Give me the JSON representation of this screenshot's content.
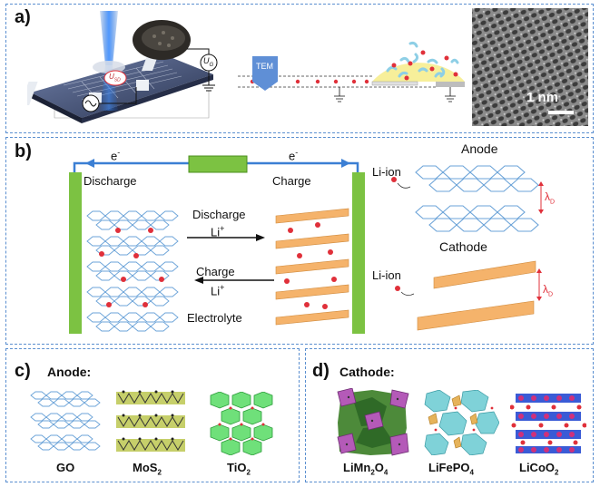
{
  "panel_a": {
    "label": "a)",
    "u_g": "U",
    "u_g_sub": "G",
    "u_sd": "U",
    "u_sd_sub": "SD",
    "tem_label": "TEM",
    "scale_bar": "1 nm"
  },
  "panel_b": {
    "label": "b)",
    "electron_left": "e",
    "electron_right": "e",
    "electron_sup": "-",
    "discharge_top": "Discharge",
    "charge_top": "Charge",
    "discharge_mid": "Discharge",
    "li_plus_1": "Li",
    "charge_mid": "Charge",
    "li_plus_2": "Li",
    "plus_sup": "+",
    "electrolyte": "Electrolyte",
    "anode_title": "Anode",
    "cathode_title": "Cathode",
    "li_ion_anode": "Li-ion",
    "li_ion_cathode": "Li-ion",
    "lambda": "λ",
    "lambda_sub": "D"
  },
  "panel_c": {
    "label": "c)",
    "title": "Anode:",
    "materials": [
      {
        "name": "GO",
        "sub": ""
      },
      {
        "name": "MoS",
        "sub": "2"
      },
      {
        "name": "TiO",
        "sub": "2"
      }
    ]
  },
  "panel_d": {
    "label": "d)",
    "title": "Cathode:",
    "materials": [
      {
        "name": "LiMn",
        "sub": "2",
        "tail": "O",
        "tail_sub": "4"
      },
      {
        "name": "LiFePO",
        "sub": "4",
        "tail": "",
        "tail_sub": ""
      },
      {
        "name": "LiCoO",
        "sub": "2",
        "tail": "",
        "tail_sub": ""
      }
    ]
  },
  "colors": {
    "panel_border": "#5b8fd0",
    "electrode_green": "#7cc242",
    "wire_blue": "#3b7fd4",
    "li_red": "#e0303a",
    "cathode_orange": "#f5b36b",
    "graphene_blue": "#6ba3d8"
  }
}
